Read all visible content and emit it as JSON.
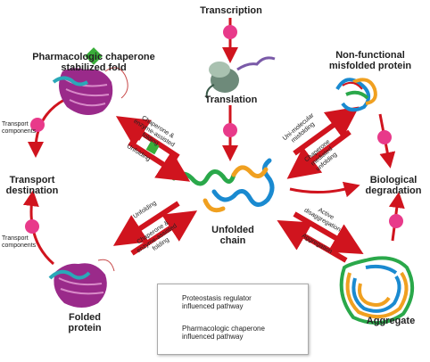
{
  "labels": {
    "transcription": "Transcription",
    "translation": "Translation",
    "pharma_fold": [
      "Pharmacologic chaperone",
      "stabilized fold"
    ],
    "nonfunctional": [
      "Non-functional",
      "misfolded protein"
    ],
    "transport_components_top": [
      "Transport",
      "components"
    ],
    "transport_destination": [
      "Transport",
      "destination"
    ],
    "transport_components_bottom": [
      "Transport",
      "components"
    ],
    "unfolded_chain": [
      "Unfolded",
      "chain"
    ],
    "biological_degradation": [
      "Biological",
      "degradation"
    ],
    "folded_protein": [
      "Folded",
      "protein"
    ],
    "aggregate": "Aggregate"
  },
  "arrow_labels": {
    "top_left_chaperone": [
      "Chaperone &",
      "enzyme-assisted",
      "folding"
    ],
    "top_left_unfolding": "Unfolding",
    "top_right_unimolecular": [
      "Uni-molecular",
      "misfolding"
    ],
    "top_right_chaperone": [
      "Chaperone",
      "mediated",
      "unfolding"
    ],
    "bottom_left_unfolding": "Unfolding",
    "bottom_left_chaperone": [
      "Chaperone &",
      "enzyme-assisted",
      "folding"
    ],
    "bottom_right_active": [
      "Active",
      "disaggregation"
    ],
    "bottom_right_aggregation": "Aggregation"
  },
  "legend": {
    "pink_label": [
      "Proteostasis regulator",
      "influenced pathway"
    ],
    "green_label": [
      "Pharmacologic chaperone",
      "influenced pathway"
    ]
  },
  "colors": {
    "arrow_red": "#d0141e",
    "pink_marker": "#e83a8a",
    "green_marker": "#3aae3a"
  }
}
